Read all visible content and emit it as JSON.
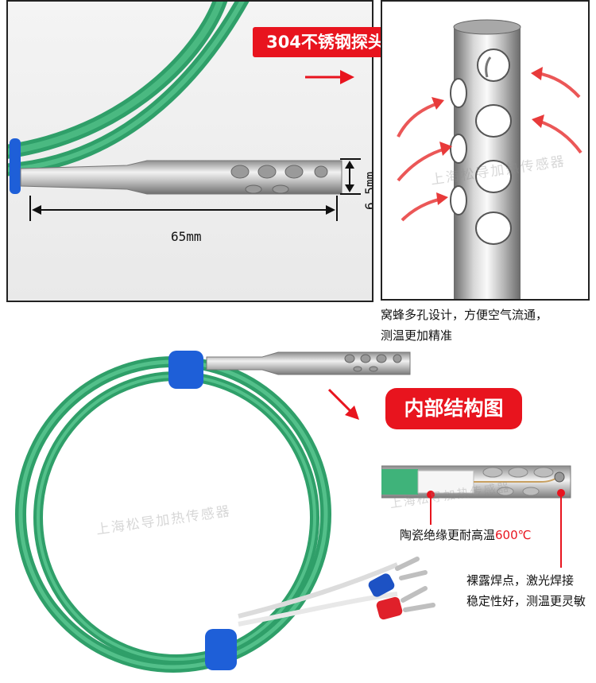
{
  "labels": {
    "probe_title": "304不锈钢探头",
    "internal_title": "内部结构图"
  },
  "dimensions": {
    "length": "65mm",
    "diameter": "6.5mm"
  },
  "notes": {
    "honeycomb_line1": "窝蜂多孔设计，方便空气流通，",
    "honeycomb_line2": "测温更加精准",
    "ceramic_prefix": "陶瓷绝缘更耐高温",
    "ceramic_temp": "600℃",
    "weld_line1": "裸露焊点，激光焊接",
    "weld_line2": "稳定性好，测温更灵敏"
  },
  "watermark": "上海松导加热传感器",
  "colors": {
    "accent_red": "#e8141e",
    "cable_green": "#3fb37a",
    "strap_blue": "#1e5fd8",
    "terminal_red": "#e0202a",
    "terminal_blue": "#1d52c4",
    "steel": "#c9c9c9"
  }
}
